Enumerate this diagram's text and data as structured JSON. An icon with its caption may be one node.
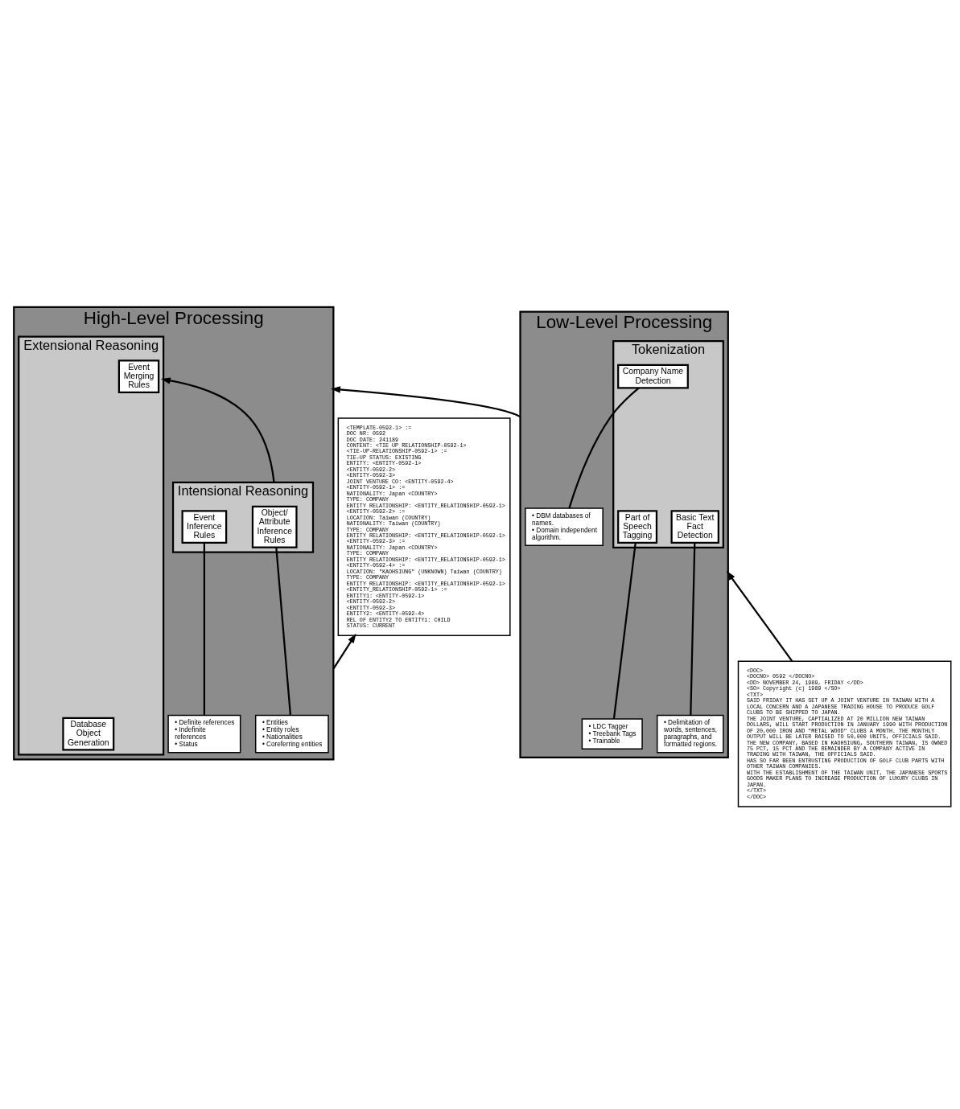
{
  "diagram": {
    "nodes": [
      {
        "text": [
          "<TEMPLATE-0592-1> :=",
          "DOC NR: 0592",
          "DOC DATE: 241189",
          "CONTENT: <TIE UP RELATIONSHIP-0592-1>",
          "<TIE-UP-RELATIONSHIP-0592-1> :=",
          "TIE-UP STATUS: EXISTING",
          "ENTITY: <ENTITY-0592-1>",
          "<ENTITY-0592-2>",
          "<ENTITY-0592-3>",
          "JOINT VENTURE CO: <ENTITY-0592-4>",
          "<ENTITY-0592-1> :=",
          "NATIONALITY: Japan <COUNTRY>",
          "TYPE: COMPANY",
          "ENTITY RELATIONSHIP: <ENTITY_RELATIONSHIP-0592-1>",
          "<ENTITY-0592-2> :=",
          "LOCATION: Taiwan (COUNTRY)",
          "NATIONALITY: Taiwan (COUNTRY)",
          "TYPE: COMPANY",
          "ENTITY RELATIONSHIP: <ENTITY_RELATIONSHIP-0592-1>",
          "<ENTITY-0592-3> :=",
          "NATIONALITY: Japan <COUNTRY>",
          "TYPE: COMPANY",
          "ENTITY RELATIONSHIP: <ENTITY_RELATIONSHIP-0592-1>",
          "<ENTITY-0592-4> :=",
          "LOCATION: \"KAOHSIUNG\" (UNKNOWN) Taiwan (COUNTRY)",
          "TYPE: COMPANY",
          "ENTITY RELATIONSHIP: <ENTITY_RELATIONSHIP-0592-1>",
          "<ENTITY_RELATIONSHIP-0592-1> :=",
          "ENTITY1: <ENTITY-0592-1>",
          "<ENTITY-0592-2>",
          "<ENTITY-0592-3>",
          "ENTITY2: <ENTITY-0592-4>",
          "REL OF ENTITY2 TO ENTITY1: CHILD",
          "STATUS: CURRENT"
        ]
      },
      {
        "text": [
          "Low-Level Processing"
        ]
      },
      {
        "text": [
          "Tokenization"
        ],
        "in": 1
      },
      {
        "text": [
          "Basic Text Fact Detection"
        ],
        "in": 2
      },
      {
        "text": [
          "Part of Speech Tagging"
        ],
        "in": 2
      },
      {
        "text": [
          "Company Name Detection"
        ],
        "in": 2
      },
      {
        "text": [
          "• Delimitation of words, sentences, paragraphs, and formatted regions."
        ],
        "in": 1
      },
      {
        "text": [
          "• LDC Tagger",
          "• Treebank Tags",
          "• Trainable"
        ],
        "in": 1
      },
      {
        "text": [
          "• DBM databases of names.",
          "• Domain independent algorithm."
        ],
        "in": 1
      },
      {
        "text": [
          "High-Level Processing"
        ]
      },
      {
        "text": [
          "Extensional Reasoning"
        ],
        "in": 9
      },
      {
        "text": [
          "Event Merging Rules"
        ],
        "in": 10
      },
      {
        "text": [
          "Database Object Generation"
        ],
        "in": 10
      },
      {
        "text": [
          "Intensional Reasoning"
        ],
        "in": 9
      },
      {
        "text": [
          "Event Inference Rules"
        ],
        "in": 13
      },
      {
        "text": [
          "Object/ Attribute Inference Rules"
        ],
        "in": 13
      },
      {
        "text": [
          "• Definite references",
          "• Indefinite references",
          "• Status"
        ],
        "in": 9
      },
      {
        "text": [
          "• Entities",
          "• Entity roles",
          "• Nationalities",
          "• Coreferring entities"
        ],
        "in": 9
      },
      {
        "text": [
          "<DOC>",
          "<DOCNO> 0592 </DOCNO>",
          "<DD> NOVEMBER 24, 1989, FRIDAY </DD>",
          "<SO> Copyright (c) 1989 </SO>",
          "<TXT>",
          "SAID FRIDAY IT HAS SET UP A JOINT VENTURE IN TAIWAN WITH A LOCAL CONCERN AND A JAPANESE TRADING HOUSE TO PRODUCE GOLF CLUBS TO BE SHIPPED TO JAPAN.",
          "THE JOINT VENTURE, CAPTIALIZED AT 20 MILLION NEW TAIWAN DOLLARS, WILL START PRODUCTION IN JANUARY 1990 WITH PRODUCTION OF 20,000 IRON AND \"METAL WOOD\" CLUBS A MONTH. THE MONTHLY OUTPUT WILL BE LATER RAISED TO 50,000 UNITS, OFFICIALS SAID.",
          "THE NEW COMPANY, BASED IN KAOHSIUNG, SOUTHERN TAIWAN, IS OWNED 75 PCT, 15 PCT AND THE REMAINDER BY A COMPANY ACTIVE IN TRADING WITH TAIWAN, THE OFFICIALS SAID.",
          "HAS SO FAR BEEN ENTRUSTING PRODUCTION OF GOLF CLUB PARTS WITH OTHER TAIWAN COMPANIES.",
          "WITH THE ESTABLISHMENT OF THE TAIWAN UNIT, THE JAPANESE SPORTS GOODS MAKER PLANS TO INCREASE PRODUCTION OF LUXURY CLUBS IN JAPAN.",
          "</TXT>",
          "</DOC>"
        ]
      }
    ],
    "edges": [
      {
        "from": 6,
        "to": 3,
        "arrow": "none"
      },
      {
        "from": 7,
        "to": 4,
        "arrow": "none"
      },
      {
        "from": 8,
        "to": 5,
        "arrow": "none"
      },
      {
        "from": 16,
        "to": 14,
        "arrow": "none"
      },
      {
        "from": 17,
        "to": 15,
        "arrow": "none"
      },
      {
        "from": 18,
        "to": 1,
        "arrow": "to"
      },
      {
        "from": 1,
        "to": 9,
        "arrow": "to"
      },
      {
        "from": 13,
        "to": 10,
        "arrow": "to"
      },
      {
        "from": 9,
        "to": 0,
        "arrow": "to"
      }
    ]
  }
}
